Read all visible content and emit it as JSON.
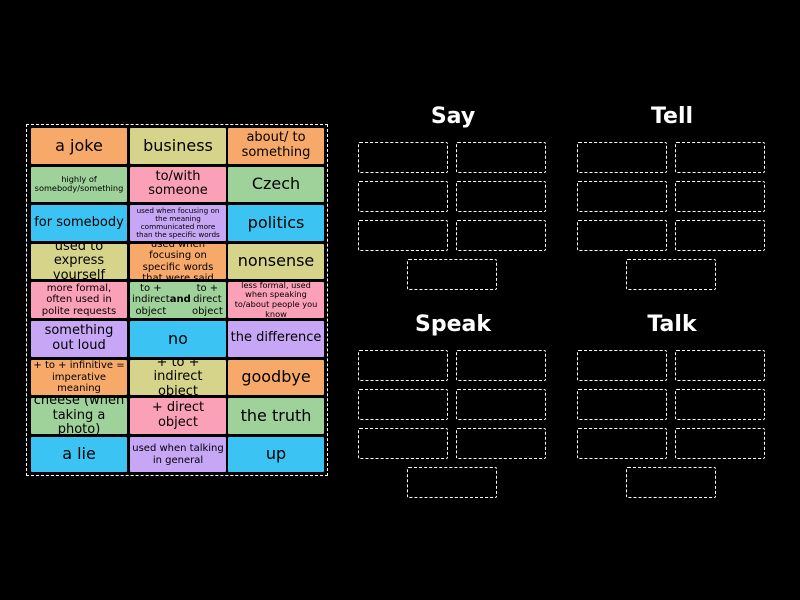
{
  "colors": {
    "orange": "#f7a96a",
    "green": "#9fd19a",
    "cyan": "#3bc4f3",
    "lavender": "#c7a6f5",
    "yellow": "#d6d48a",
    "pink": "#fba1b7",
    "background": "#000000",
    "slot_border": "#ffffff"
  },
  "tiles": [
    {
      "text": "a joke",
      "color": "orange",
      "size": "l"
    },
    {
      "text": "business",
      "color": "yellow",
      "size": "l"
    },
    {
      "text": "about/ to something",
      "color": "orange",
      "size": "m"
    },
    {
      "text": "highly of somebody/something",
      "color": "green",
      "size": "xs"
    },
    {
      "text": "to/with someone",
      "color": "pink",
      "size": "m"
    },
    {
      "text": "Czech",
      "color": "green",
      "size": "l"
    },
    {
      "text": "for somebody",
      "color": "cyan",
      "size": "m"
    },
    {
      "text": "used when focusing on the meaning communicated more than the specific words",
      "color": "lavender",
      "size": "xxs"
    },
    {
      "text": "politics",
      "color": "cyan",
      "size": "l"
    },
    {
      "text": "used to express yourself",
      "color": "yellow",
      "size": "m"
    },
    {
      "text": "used when focusing on specific words that were said",
      "color": "orange",
      "size": "s"
    },
    {
      "text": "nonsense",
      "color": "yellow",
      "size": "l"
    },
    {
      "text": "more formal, often used in polite requests",
      "color": "pink",
      "size": "s"
    },
    {
      "text": "to + indirect object and to + direct object",
      "color": "green",
      "size": "s"
    },
    {
      "text": "less formal, used when speaking to/about people you know",
      "color": "pink",
      "size": "xs"
    },
    {
      "text": "something out loud",
      "color": "lavender",
      "size": "m"
    },
    {
      "text": "no",
      "color": "cyan",
      "size": "l"
    },
    {
      "text": "the difference",
      "color": "lavender",
      "size": "m"
    },
    {
      "text": "+ to + infinitive = imperative meaning",
      "color": "orange",
      "size": "s"
    },
    {
      "text": "+ to + indirect object",
      "color": "yellow",
      "size": "m"
    },
    {
      "text": "goodbye",
      "color": "orange",
      "size": "l"
    },
    {
      "text": "cheese (when taking a photo)",
      "color": "green",
      "size": "m"
    },
    {
      "text": "+ direct object",
      "color": "pink",
      "size": "m"
    },
    {
      "text": "the truth",
      "color": "green",
      "size": "l"
    },
    {
      "text": "a lie",
      "color": "cyan",
      "size": "l"
    },
    {
      "text": "used when talking in general",
      "color": "lavender",
      "size": "s"
    },
    {
      "text": "up",
      "color": "cyan",
      "size": "l"
    }
  ],
  "groups": [
    {
      "title": "Say",
      "slot_count": 7
    },
    {
      "title": "Tell",
      "slot_count": 7
    },
    {
      "title": "Speak",
      "slot_count": 7
    },
    {
      "title": "Talk",
      "slot_count": 7
    }
  ]
}
